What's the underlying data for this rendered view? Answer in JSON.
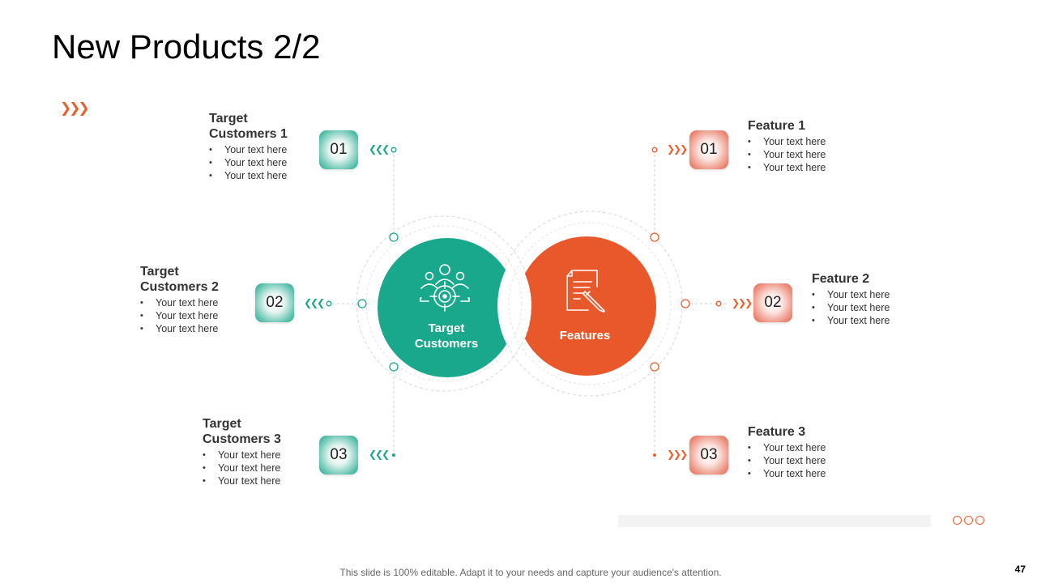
{
  "slide": {
    "title": "New Products 2/2",
    "page_number": "47",
    "footer_note": "This slide is 100% editable. Adapt it to your needs and capture your audience's attention."
  },
  "colors": {
    "teal": "#1aa88c",
    "orange": "#e8602c"
  },
  "center": {
    "left_label_line1": "Target",
    "left_label_line2": "Customers",
    "left_icon": "target-audience-icon",
    "right_label": "Features",
    "right_icon": "document-pen-icon"
  },
  "left_items": [
    {
      "number": "01",
      "heading_line1": "Target",
      "heading_line2": "Customers 1",
      "bullets": [
        "Your text here",
        "Your text here",
        "Your text here"
      ]
    },
    {
      "number": "02",
      "heading_line1": "Target",
      "heading_line2": "Customers 2",
      "bullets": [
        "Your text here",
        "Your text here",
        "Your text here"
      ]
    },
    {
      "number": "03",
      "heading_line1": "Target",
      "heading_line2": "Customers 3",
      "bullets": [
        "Your text here",
        "Your text here",
        "Your text here"
      ]
    }
  ],
  "right_items": [
    {
      "number": "01",
      "heading": "Feature 1",
      "bullets": [
        "Your text here",
        "Your text here",
        "Your text here"
      ]
    },
    {
      "number": "02",
      "heading": "Feature 2",
      "bullets": [
        "Your text here",
        "Your text here",
        "Your text here"
      ]
    },
    {
      "number": "03",
      "heading": "Feature 3",
      "bullets": [
        "Your text here",
        "Your text here",
        "Your text here"
      ]
    }
  ]
}
